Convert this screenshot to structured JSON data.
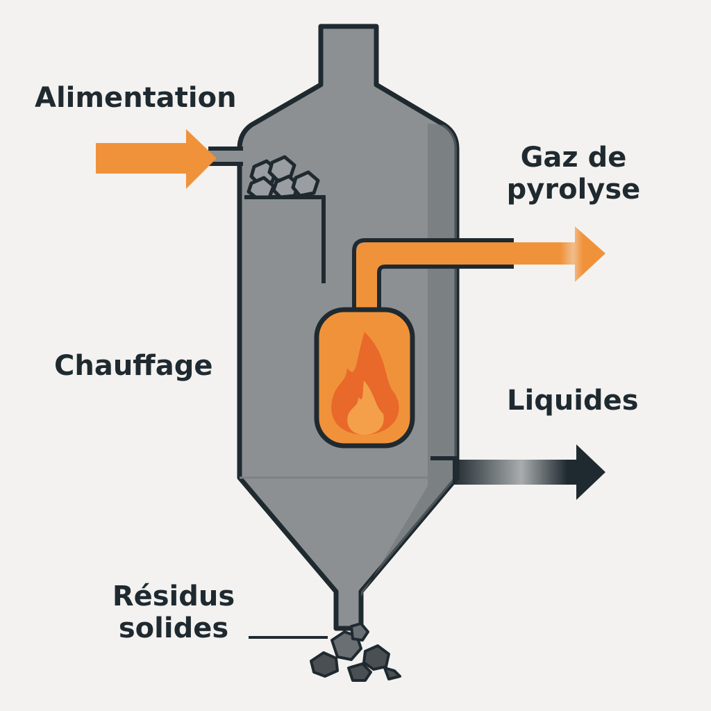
{
  "labels": {
    "feed": "Alimentation",
    "gas_line1": "Gaz de",
    "gas_line2": "pyrolyse",
    "heating": "Chauffage",
    "liquids": "Liquides",
    "residue_line1": "Résidus",
    "residue_line2": "solides"
  },
  "colors": {
    "background": "#f3f2f0",
    "vessel": "#8d9093",
    "vessel_shade": "#6e7276",
    "outline": "#1f2a30",
    "orange": "#f0923a",
    "flame_dark": "#e8692a",
    "flame_light": "#f4a04a",
    "pellet": "#4a4f54",
    "liquid_arrow": "#1f2a30"
  },
  "icons": [
    "flame-icon",
    "pellet-icon"
  ]
}
